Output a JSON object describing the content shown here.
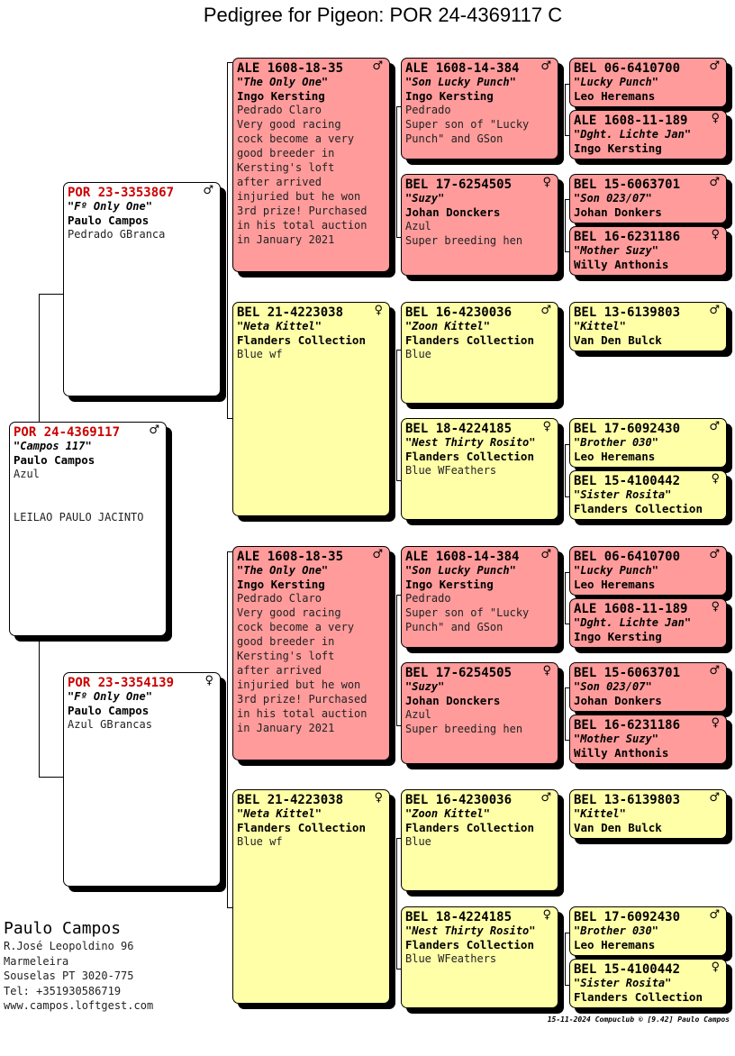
{
  "title": "Pedigree for Pigeon: POR 24-4369117 C",
  "colors": {
    "hen": "#ff9b9b",
    "cock": "#ffffa8",
    "base": "#ffffff",
    "ring_red": "#cc0000"
  },
  "symbols": {
    "male": "♂",
    "female": "♀"
  },
  "boxes": [
    {
      "ring": "POR 24-4369117",
      "sex": "male",
      "name": "\"Campos 117\"",
      "owner": "Paulo Campos",
      "info": "Azul\n\n\nLEILAO PAULO JACINTO"
    },
    {
      "ring": "POR 23-3353867",
      "sex": "male",
      "name": "\"Fº Only One\"",
      "owner": "Paulo Campos",
      "info": "Pedrado GBranca"
    },
    {
      "ring": "POR 23-3354139",
      "sex": "female",
      "name": "\"Fº Only One\"",
      "owner": "Paulo Campos",
      "info": "Azul GBrancas"
    },
    {
      "ring": "ALE 1608-18-35",
      "sex": "male",
      "name": "\"The Only One\"",
      "owner": "Ingo Kersting",
      "info": "Pedrado Claro\nVery good racing\ncock become a very\ngood breeder in\nKersting's loft\nafter arrived\ninjuried but he won\n3rd prize! Purchased\nin his total auction\nin January 2021"
    },
    {
      "ring": "BEL 21-4223038",
      "sex": "female",
      "name": "\"Neta Kittel\"",
      "owner": "Flanders Collection",
      "info": "Blue wf"
    },
    {
      "ring": "ALE 1608-18-35",
      "sex": "male",
      "name": "\"The Only One\"",
      "owner": "Ingo Kersting",
      "info": "Pedrado Claro\nVery good racing\ncock become a very\ngood breeder in\nKersting's loft\nafter arrived\ninjuried but he won\n3rd prize! Purchased\nin his total auction\nin January 2021"
    },
    {
      "ring": "BEL 21-4223038",
      "sex": "female",
      "name": "\"Neta Kittel\"",
      "owner": "Flanders Collection",
      "info": "Blue wf"
    },
    {
      "ring": "ALE 1608-14-384",
      "sex": "male",
      "name": "\"Son Lucky Punch\"",
      "owner": "Ingo Kersting",
      "info": "Pedrado\nSuper son of \"Lucky\nPunch\" and GSon"
    },
    {
      "ring": "BEL 17-6254505",
      "sex": "female",
      "name": "\"Suzy\"",
      "owner": "Johan Donckers",
      "info": "Azul\nSuper breeding hen"
    },
    {
      "ring": "BEL 16-4230036",
      "sex": "male",
      "name": "\"Zoon Kittel\"",
      "owner": "Flanders Collection",
      "info": "Blue"
    },
    {
      "ring": "BEL 18-4224185",
      "sex": "female",
      "name": "\"Nest Thirty Rosito\"",
      "owner": "Flanders Collection",
      "info": "Blue WFeathers"
    },
    {
      "ring": "ALE 1608-14-384",
      "sex": "male",
      "name": "\"Son Lucky Punch\"",
      "owner": "Ingo Kersting",
      "info": "Pedrado\nSuper son of \"Lucky\nPunch\" and GSon"
    },
    {
      "ring": "BEL 17-6254505",
      "sex": "female",
      "name": "\"Suzy\"",
      "owner": "Johan Donckers",
      "info": "Azul\nSuper breeding hen"
    },
    {
      "ring": "BEL 16-4230036",
      "sex": "male",
      "name": "\"Zoon Kittel\"",
      "owner": "Flanders Collection",
      "info": "Blue"
    },
    {
      "ring": "BEL 18-4224185",
      "sex": "female",
      "name": "\"Nest Thirty Rosito\"",
      "owner": "Flanders Collection",
      "info": "Blue WFeathers"
    },
    {
      "ring": "BEL 06-6410700",
      "sex": "male",
      "name": "\"Lucky Punch\"",
      "owner": "Leo Heremans",
      "info": ""
    },
    {
      "ring": "ALE 1608-11-189",
      "sex": "female",
      "name": "\"Dght. Lichte Jan\"",
      "owner": "Ingo Kersting",
      "info": ""
    },
    {
      "ring": "BEL 15-6063701",
      "sex": "male",
      "name": "\"Son 023/07\"",
      "owner": "Johan Donkers",
      "info": ""
    },
    {
      "ring": "BEL 16-6231186",
      "sex": "female",
      "name": "\"Mother Suzy\"",
      "owner": "Willy Anthonis",
      "info": ""
    },
    {
      "ring": "BEL 13-6139803",
      "sex": "male",
      "name": "\"Kittel\"",
      "owner": "Van Den Bulck",
      "info": ""
    },
    {
      "ring": "BEL 17-6092430",
      "sex": "male",
      "name": "\"Brother 030\"",
      "owner": "Leo Heremans",
      "info": ""
    },
    {
      "ring": "BEL 15-4100442",
      "sex": "female",
      "name": "\"Sister Rosita\"",
      "owner": "Flanders Collection",
      "info": ""
    },
    {
      "ring": "BEL 06-6410700",
      "sex": "male",
      "name": "\"Lucky Punch\"",
      "owner": "Leo Heremans",
      "info": ""
    },
    {
      "ring": "ALE 1608-11-189",
      "sex": "female",
      "name": "\"Dght. Lichte Jan\"",
      "owner": "Ingo Kersting",
      "info": ""
    },
    {
      "ring": "BEL 15-6063701",
      "sex": "male",
      "name": "\"Son 023/07\"",
      "owner": "Johan Donkers",
      "info": ""
    },
    {
      "ring": "BEL 16-6231186",
      "sex": "female",
      "name": "\"Mother Suzy\"",
      "owner": "Willy Anthonis",
      "info": ""
    },
    {
      "ring": "BEL 13-6139803",
      "sex": "male",
      "name": "\"Kittel\"",
      "owner": "Van Den Bulck",
      "info": ""
    },
    {
      "ring": "BEL 17-6092430",
      "sex": "male",
      "name": "\"Brother 030\"",
      "owner": "Leo Heremans",
      "info": ""
    },
    {
      "ring": "BEL 15-4100442",
      "sex": "female",
      "name": "\"Sister Rosita\"",
      "owner": "Flanders Collection",
      "info": ""
    }
  ],
  "breeder": {
    "name": "Paulo Campos",
    "address": [
      "R.José Leopoldino 96",
      "Marmeleira",
      "Souselas PT 3020-775",
      "Tel: +351930586719",
      "www.campos.loftgest.com"
    ]
  },
  "footer": "15-11-2024   Compuclub © [9.42]  Paulo Campos"
}
